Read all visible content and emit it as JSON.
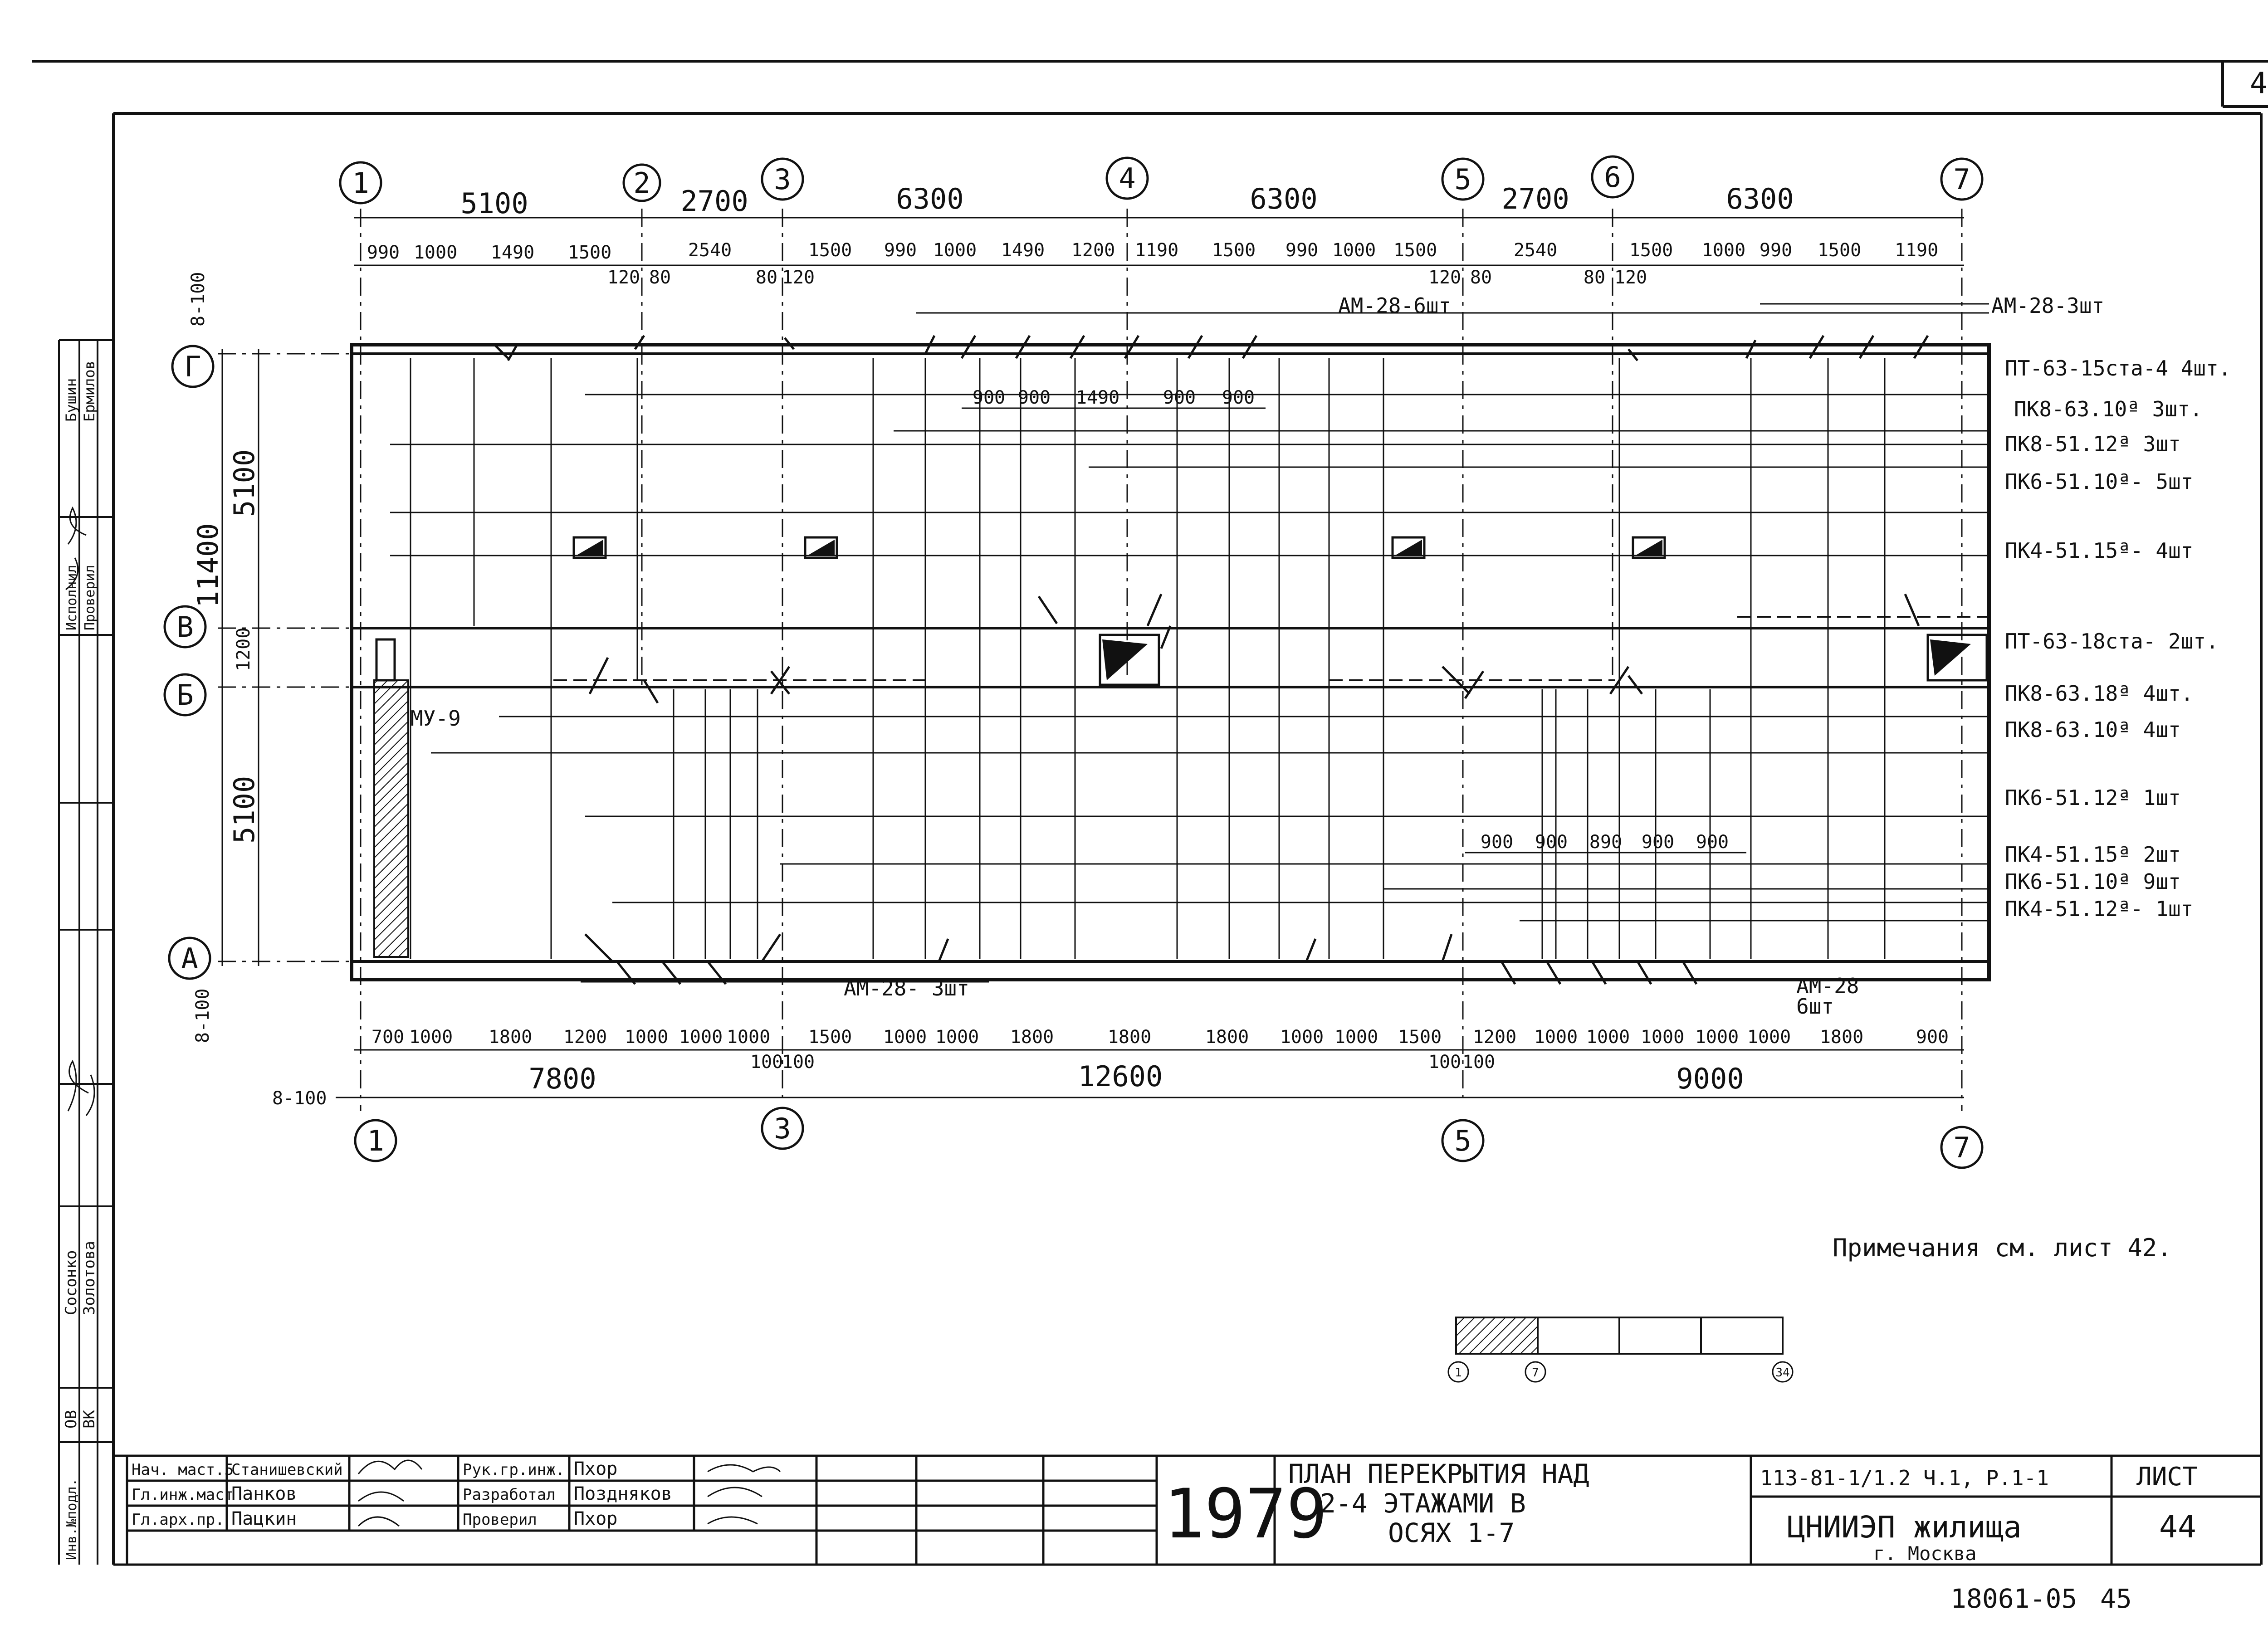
{
  "page_number": "45",
  "axes_numeric": [
    "1",
    "2",
    "3",
    "4",
    "5",
    "6",
    "7"
  ],
  "axes_letters": [
    "Г",
    "В",
    "Б",
    "А"
  ],
  "dims_top_main": [
    "5100",
    "2700",
    "6300",
    "6300",
    "2700",
    "6300"
  ],
  "dims_top_sub": [
    "990",
    "1000",
    "1490",
    "1500",
    "2540",
    "1500",
    "990",
    "1000",
    "1490",
    "1200",
    "1190",
    "1500",
    "990",
    "1000",
    "1500",
    "2540",
    "1500",
    "1000",
    "990",
    "1500",
    "1190"
  ],
  "dims_top_small": [
    "120",
    "80",
    "80",
    "120",
    "120",
    "80",
    "80",
    "120"
  ],
  "dims_inner_top": [
    "900",
    "900",
    "1490",
    "900",
    "900"
  ],
  "dims_inner_bottom": [
    "900",
    "900",
    "890",
    "900",
    "900"
  ],
  "dims_left": [
    "5100",
    "1200",
    "5100"
  ],
  "dim_left_total": "11400",
  "dims_bottom_sub": [
    "700",
    "1000",
    "1800",
    "1200",
    "1000",
    "1000",
    "1000",
    "1500",
    "1000",
    "1000",
    "1800",
    "1800",
    "1800",
    "1000",
    "1000",
    "1500",
    "1200",
    "1000",
    "1000",
    "1000",
    "1000",
    "1000",
    "1800",
    "900"
  ],
  "dims_bottom_small": [
    "100",
    "100",
    "100",
    "100"
  ],
  "dims_bottom_main": [
    "7800",
    "12600",
    "9000"
  ],
  "offset_labels": [
    "8-100",
    "8-100",
    "8-100"
  ],
  "rebar_labels": [
    "АМ-28-6шт",
    "АМ-28-3шт",
    "АМ-28- 3шт",
    "АМ-28",
    "6шт"
  ],
  "mu_label": "МУ-9",
  "slab_schedule": [
    "ПТ-63-15ста-4 4шт.",
    "ПК8-63.10ª 3шт.",
    "ПК8-51.12ª 3шт",
    "ПК6-51.10ª- 5шт",
    "ПК4-51.15ª- 4шт",
    "ПТ-63-18ста- 2шт.",
    "ПК8-63.18ª 4шт.",
    "ПК8-63.10ª 4шт",
    "ПК6-51.12ª 1шт",
    "ПК4-51.15ª 2шт",
    "ПК6-51.10ª 9шт",
    "ПК4-51.12ª- 1шт"
  ],
  "note": "Примечания см. лист 42.",
  "key_plan_labels": [
    "1",
    "7",
    "34"
  ],
  "side_stamp": {
    "rows": [
      "Бушин",
      "Ермилов",
      "Исполнил",
      "Проверил",
      "Сосонко",
      "Золотова",
      "ОВ",
      "ВК",
      "Инв.№подл."
    ]
  },
  "title_block": {
    "roles": [
      "Нач. маст.5",
      "Гл.инж.маст",
      "Гл.арх.пр."
    ],
    "names": [
      "Станишевский",
      "Панков",
      "Пацкин"
    ],
    "roles2": [
      "Рук.гр.инж.",
      "Разработал",
      "Проверил"
    ],
    "names2": [
      "Пхор",
      "Поздняков",
      "Пхор"
    ],
    "year": "1979",
    "title_line1": "ПЛАН ПЕРЕКРЫТИЯ НАД",
    "title_line2": "2-4 ЭТАЖАМИ В",
    "title_line3": "ОСЯХ 1-7",
    "code": "113-81-1/1.2 Ч.1, Р.1-1",
    "org": "ЦНИИЭП жилища",
    "city": "г. Москва",
    "sheet_label": "ЛИСТ",
    "sheet_number": "44"
  },
  "archive_number": "18061-05",
  "archive_page": "45"
}
